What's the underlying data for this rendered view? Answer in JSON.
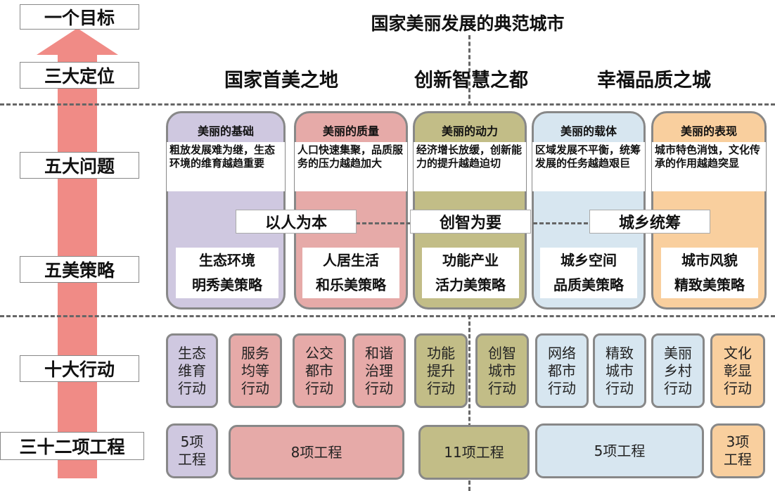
{
  "levels": [
    {
      "label": "一个目标"
    },
    {
      "label": "三大定位"
    },
    {
      "label": "五大问题"
    },
    {
      "label": "五美策略"
    },
    {
      "label": "十大行动"
    },
    {
      "label": "三十二项工程"
    }
  ],
  "goal": "国家美丽发展的典范城市",
  "positions": [
    "国家首美之地",
    "创新智慧之都",
    "幸福品质之城"
  ],
  "columns": [
    {
      "header": "美丽的基础",
      "issue": "粗放发展难为继，生态环境的维育越趋重要",
      "strategy_line1": "生态环境",
      "strategy_line2": "明秀美策略",
      "fill": "#cfc8e0"
    },
    {
      "header": "美丽的质量",
      "issue": "人口快速集聚，品质服务的压力越趋加大",
      "strategy_line1": "人居生活",
      "strategy_line2": "和乐美策略",
      "fill": "#e6aaa8"
    },
    {
      "header": "美丽的动力",
      "issue": "经济增长放缓，创新能力的提升越趋迫切",
      "strategy_line1": "功能产业",
      "strategy_line2": "活力美策略",
      "fill": "#c2bd87"
    },
    {
      "header": "美丽的载体",
      "issue": "区域发展不平衡，统筹发展的任务越趋艰巨",
      "strategy_line1": "城乡空间",
      "strategy_line2": "品质美策略",
      "fill": "#d7e6f0"
    },
    {
      "header": "美丽的表现",
      "issue": "城市特色消蚀，文化传承的作用越趋突显",
      "strategy_line1": "城市风貌",
      "strategy_line2": "精致美策略",
      "fill": "#f9cf9e"
    }
  ],
  "ties": [
    "以人为本",
    "创智为要",
    "城乡统筹"
  ],
  "actions": [
    "生态维育行动",
    "服务均等行动",
    "公交都市行动",
    "和谐治理行动",
    "功能提升行动",
    "创智城市行动",
    "网络都市行动",
    "精致城市行动",
    "美丽乡村行动",
    "文化彰显行动"
  ],
  "projects": [
    "5项工程",
    "8项工程",
    "11项工程",
    "5项工程",
    "3项工程"
  ],
  "colors": {
    "arrow": "#f08b86",
    "purple": "#cfc8e0",
    "red": "#e6aaa8",
    "olive": "#c2bd87",
    "blue": "#d7e6f0",
    "orange": "#f9cf9e"
  }
}
